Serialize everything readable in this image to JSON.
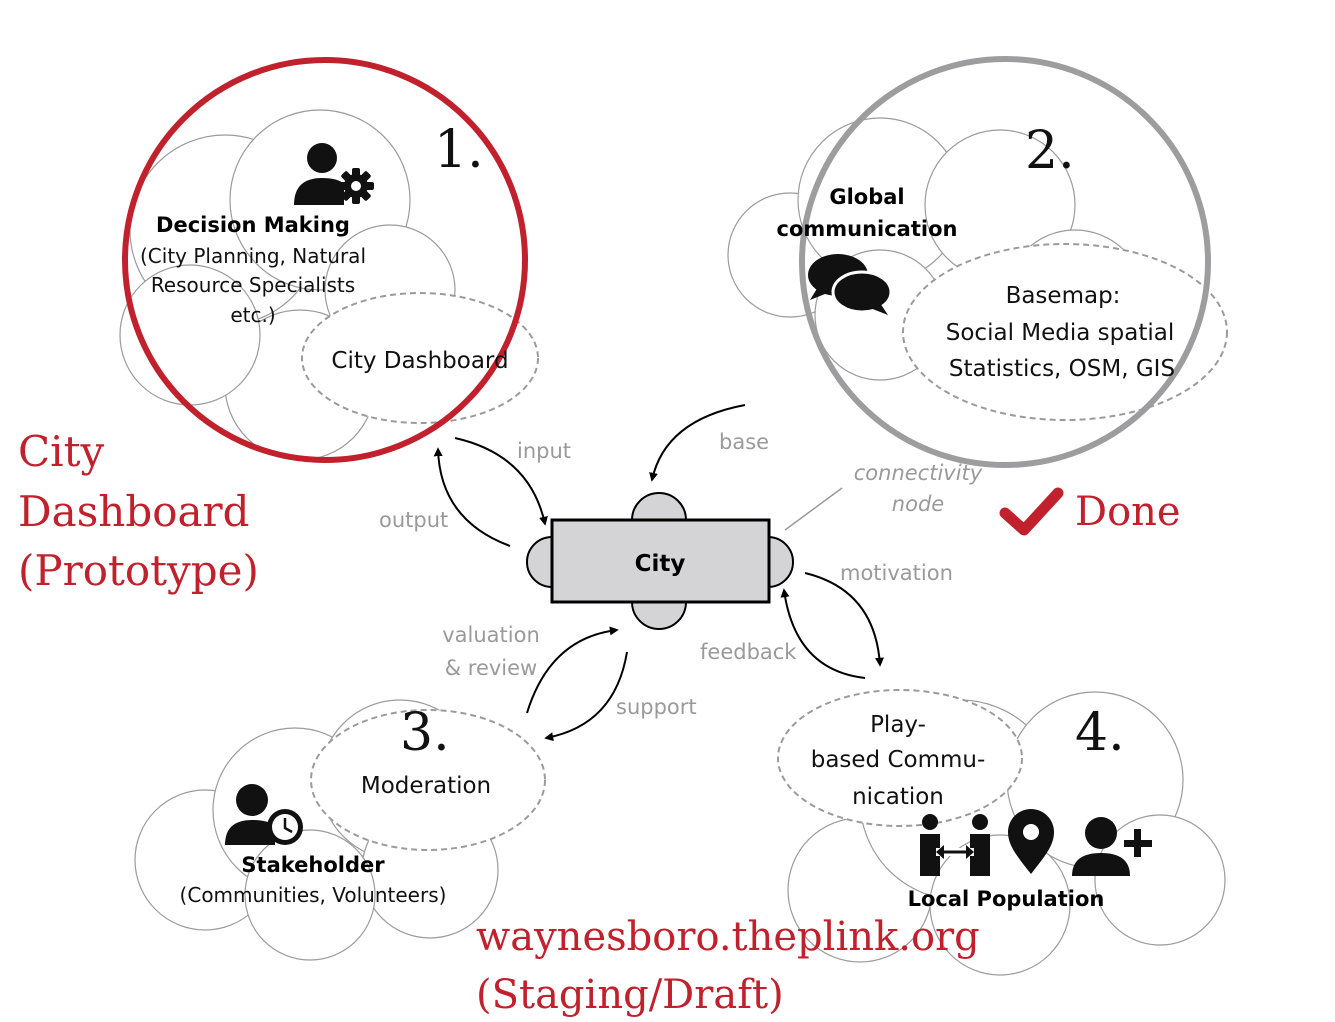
{
  "clusters": {
    "decision": {
      "number": "1.",
      "title": "Decision Making",
      "sub1": "(City Planning, Natural",
      "sub2": "Resource Specialists",
      "sub3": "etc.)",
      "ellipse": "City Dashboard",
      "icon": "user-gear-icon"
    },
    "global": {
      "number": "2.",
      "title1": "Global",
      "title2": "communication",
      "ellipse1": "Basemap:",
      "ellipse2": "Social Media spatial",
      "ellipse3": "Statistics, OSM, GIS",
      "icon": "chat-bubbles-icon"
    },
    "stakeholder": {
      "number": "3.",
      "title": "Stakeholder",
      "sub": "(Communities, Volunteers)",
      "ellipse": "Moderation",
      "icon": "user-clock-icon"
    },
    "local": {
      "number": "4.",
      "title": "Local Population",
      "ellipse1": "Play-",
      "ellipse2": "based Commu-",
      "ellipse3": "nication",
      "icons": [
        "people-exchange-icon",
        "map-pin-icon",
        "user-plus-icon"
      ]
    }
  },
  "center": {
    "label": "City"
  },
  "flows": {
    "input": "input",
    "output": "output",
    "base": "base",
    "connectivity1": "connectivity",
    "connectivity2": "node",
    "motivation": "motivation",
    "feedback": "feedback",
    "valuation1": "valuation",
    "valuation2": "& review",
    "support": "support"
  },
  "annotations": {
    "dashboard1": "City",
    "dashboard2": "Dashboard",
    "dashboard3": "(Prototype)",
    "done": "Done",
    "site1": "waynesboro.theplink.org",
    "site2": "(Staging/Draft)"
  },
  "colors": {
    "highlight_red": "#c0212c",
    "highlight_gray": "#9d9d9f",
    "city_box": "#d4d4d6",
    "flow_label": "#9a9a9a"
  }
}
